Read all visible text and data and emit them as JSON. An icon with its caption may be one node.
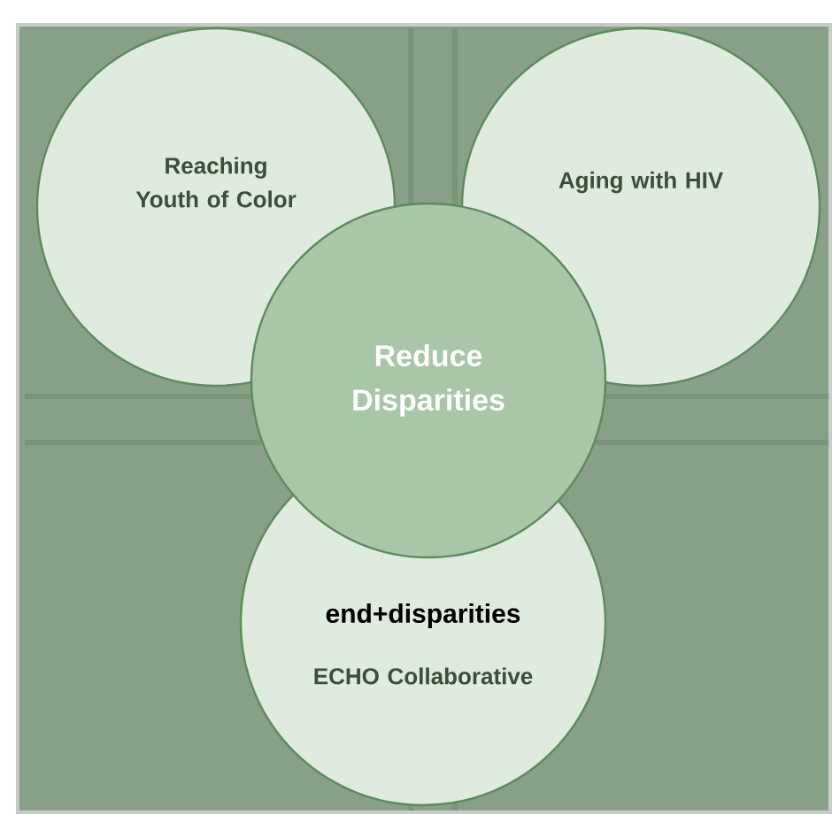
{
  "diagram": {
    "nodes": [
      {
        "text": [
          "Reaching Youth of Color"
        ]
      },
      {
        "text": [
          "Aging with HIV"
        ]
      },
      {
        "text": [
          "Reduce Disparities"
        ]
      },
      {
        "text": [
          "end+disparities",
          "ECHO Collaborative"
        ]
      }
    ]
  }
}
